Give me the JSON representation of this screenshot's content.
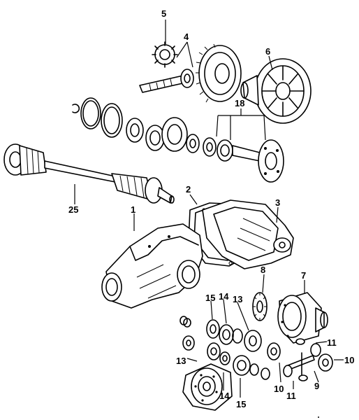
{
  "callouts": {
    "c1": "1",
    "c2": "2",
    "c3": "3",
    "c4": "4",
    "c5": "5",
    "c6": "6",
    "c7": "7",
    "c8": "8",
    "c9": "9",
    "c10a": "10",
    "c10b": "10",
    "c11a": "11",
    "c11b": "11",
    "c13a": "13",
    "c13b": "13",
    "c14a": "14",
    "c14b": "14",
    "c15a": "15",
    "c15b": "15",
    "c18": "18",
    "c25": "25"
  }
}
